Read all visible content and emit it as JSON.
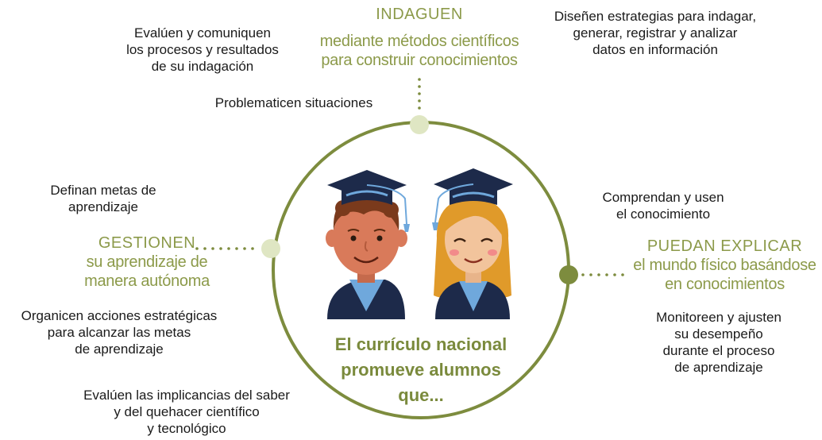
{
  "indaguen": {
    "keyword": "INDAGUEN",
    "line1": "mediante métodos científicos",
    "line2": "para construir conocimientos",
    "items": [
      [
        "Evalúen y comuniquen",
        "los procesos y resultados",
        "de su indagación"
      ],
      [
        "Diseñen estrategias para indagar,",
        "generar, registrar y analizar",
        "datos en información"
      ],
      [
        "Problematicen situaciones"
      ]
    ]
  },
  "gestionen": {
    "keyword": "GESTIONEN",
    "line1": "su aprendizaje de",
    "line2": "manera autónoma",
    "items": [
      [
        "Definan metas de",
        "aprendizaje"
      ],
      [
        "Organicen acciones estratégicas",
        "para alcanzar las metas",
        "de aprendizaje"
      ]
    ]
  },
  "expliquen": {
    "keyword": "PUEDAN EXPLICAR",
    "line1": "el mundo físico basándose",
    "line2": "en conocimientos",
    "items": [
      [
        "Comprendan y usen",
        "el conocimiento"
      ],
      [
        "Monitoreen y ajusten",
        "su desempeño",
        "durante el proceso",
        "de aprendizaje"
      ],
      [
        "Evalúen las implicancias del saber",
        "y del quehacer científico",
        "y tecnológico"
      ]
    ]
  },
  "center": {
    "line1": "El currículo nacional",
    "line2": "promueve alumnos",
    "line3": "que..."
  },
  "colors": {
    "olive": "#8c9a4a",
    "circle": "#7d8c3e",
    "node_light": "#dfe6c3",
    "node_dark": "#7d8c3e",
    "navy": "#1d2a4a",
    "shirt": "#6fa8dc",
    "boy_skin": "#d97a5a",
    "girl_hair": "#e09a2a"
  }
}
